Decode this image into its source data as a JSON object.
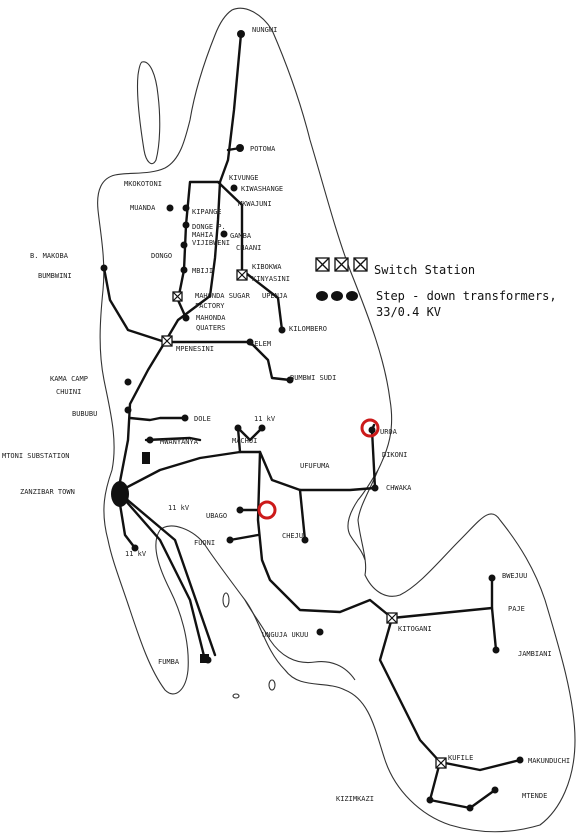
{
  "legend": {
    "switch_station": "Switch Station",
    "transformers_line1": "Step - down transformers,",
    "transformers_line2": "33/0.4 KV"
  },
  "places": {
    "nungwi": "NUNGWI",
    "potowa": "POTOWA",
    "mkokotoni": "MKOKOTONI",
    "kivunge": "KIVUNGE",
    "kiwashange": "KIWASHANGE",
    "mkwajuni": "MKWAJUNI",
    "muanda": "MUANDA",
    "kipange": "KIPANGE",
    "donge_p": "DONGE P.",
    "mahia": "MAHIA",
    "gamba": "GAMBA",
    "vijibweni": "VIJIBWENI",
    "chaani": "CHAANI",
    "dongo": "DONGO",
    "mbiji": "MBIJI",
    "kibokwa": "KIBOKWA",
    "kinyasini": "KINYASINI",
    "b_makoba": "B. MAKOBA",
    "bumbwini": "BUMBWINI",
    "mahonda_sugar": "MAHONDA SUGAR",
    "factory": "FACTORY",
    "upenja": "UPENJA",
    "mahonda": "MAHONDA",
    "quaters": "QUATERS",
    "kilombero": "KILOMBERO",
    "mpenesini": "MPENESINI",
    "selem": "SELEM",
    "kama_camp": "KAMA CAMP",
    "chuini": "CHUINI",
    "bumbwi_sudi": "BUMBWI SUDI",
    "bububu": "BUBUBU",
    "dole": "DOLE",
    "kv11_a": "11 kV",
    "machui": "MACHUI",
    "mwanyanya": "MWANYANYA",
    "uroa": "UROA",
    "mtoni_substation": "MTONI SUBSTATION",
    "dikoni": "DIKONI",
    "ufufuma": "UFUFUMA",
    "chwaka": "CHWAKA",
    "zanzibar_town": "ZANZIBAR TOWN",
    "kv11_b": "11 kV",
    "ubago": "UBAGO",
    "fuoni": "FUONI",
    "cheju": "CHEJU",
    "kv11_c": "11 kV",
    "bwejuu": "BWEJUU",
    "paje": "PAJE",
    "unguja_ukuu": "UNGUJA UKUU",
    "kitogani": "KITOGANI",
    "jambiani": "JAMBIANI",
    "fumba": "FUMBA",
    "kufile": "KUFILE",
    "makunduchi": "MAKUNDUCHI",
    "kizimkazi": "KIZIMKAZI",
    "mtende": "MTENDE"
  },
  "colors": {
    "ink": "#111111",
    "highlight": "#cc1a1a"
  }
}
